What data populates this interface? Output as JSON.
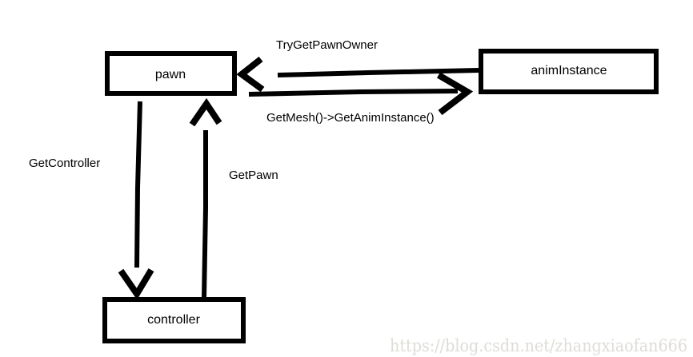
{
  "diagram": {
    "nodes": [
      {
        "id": "pawn",
        "label": "pawn"
      },
      {
        "id": "animInstance",
        "label": "animInstance"
      },
      {
        "id": "controller",
        "label": "controller"
      }
    ],
    "edges": [
      {
        "from": "animInstance",
        "to": "pawn",
        "label": "TryGetPawnOwner"
      },
      {
        "from": "pawn",
        "to": "animInstance",
        "label": "GetMesh()->GetAnimInstance()"
      },
      {
        "from": "pawn",
        "to": "controller",
        "label": "GetController"
      },
      {
        "from": "controller",
        "to": "pawn",
        "label": "GetPawn"
      }
    ]
  },
  "watermark": {
    "text": "https://blog.csdn.net/zhangxiaofan666"
  },
  "colors": {
    "ink": "#000000",
    "background": "#ffffff",
    "watermark": "#dedcd6"
  }
}
